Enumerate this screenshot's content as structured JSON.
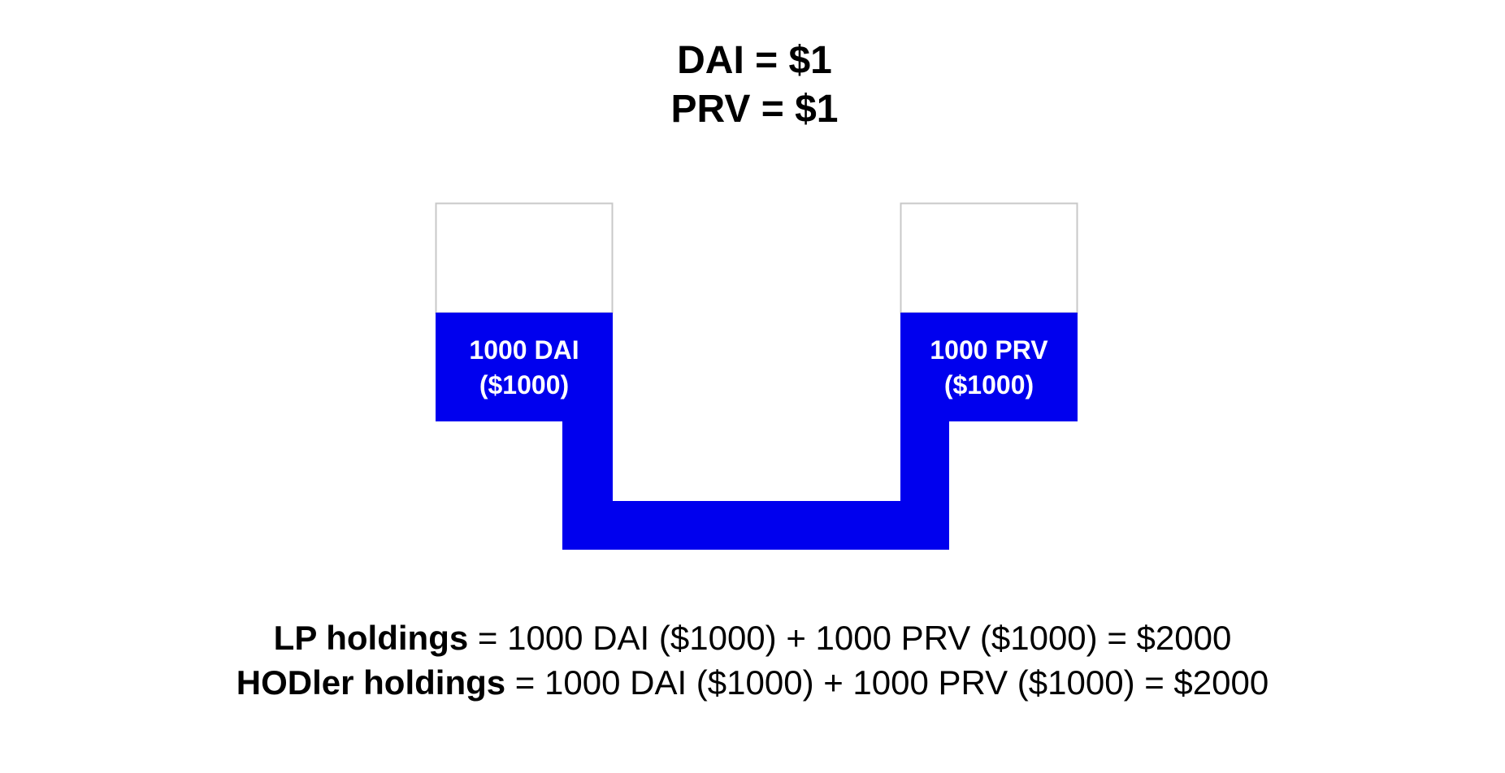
{
  "prices": [
    "DAI = $1",
    "PRV = $1"
  ],
  "pools": {
    "left": {
      "amount": "1000 DAI",
      "value": "($1000)"
    },
    "right": {
      "amount": "1000 PRV",
      "value": "($1000)"
    }
  },
  "holdings": {
    "lp": {
      "label": "LP holdings",
      "formula": " = 1000 DAI ($1000) + 1000 PRV ($1000) = $2000"
    },
    "hodler": {
      "label": "HODler holdings",
      "formula": " = 1000 DAI ($1000) + 1000 PRV ($1000) = $2000"
    }
  },
  "colors": {
    "liquid": "#0000ee",
    "container_outline": "#c8c8c8",
    "text": "#000000",
    "pool_text": "#ffffff"
  }
}
